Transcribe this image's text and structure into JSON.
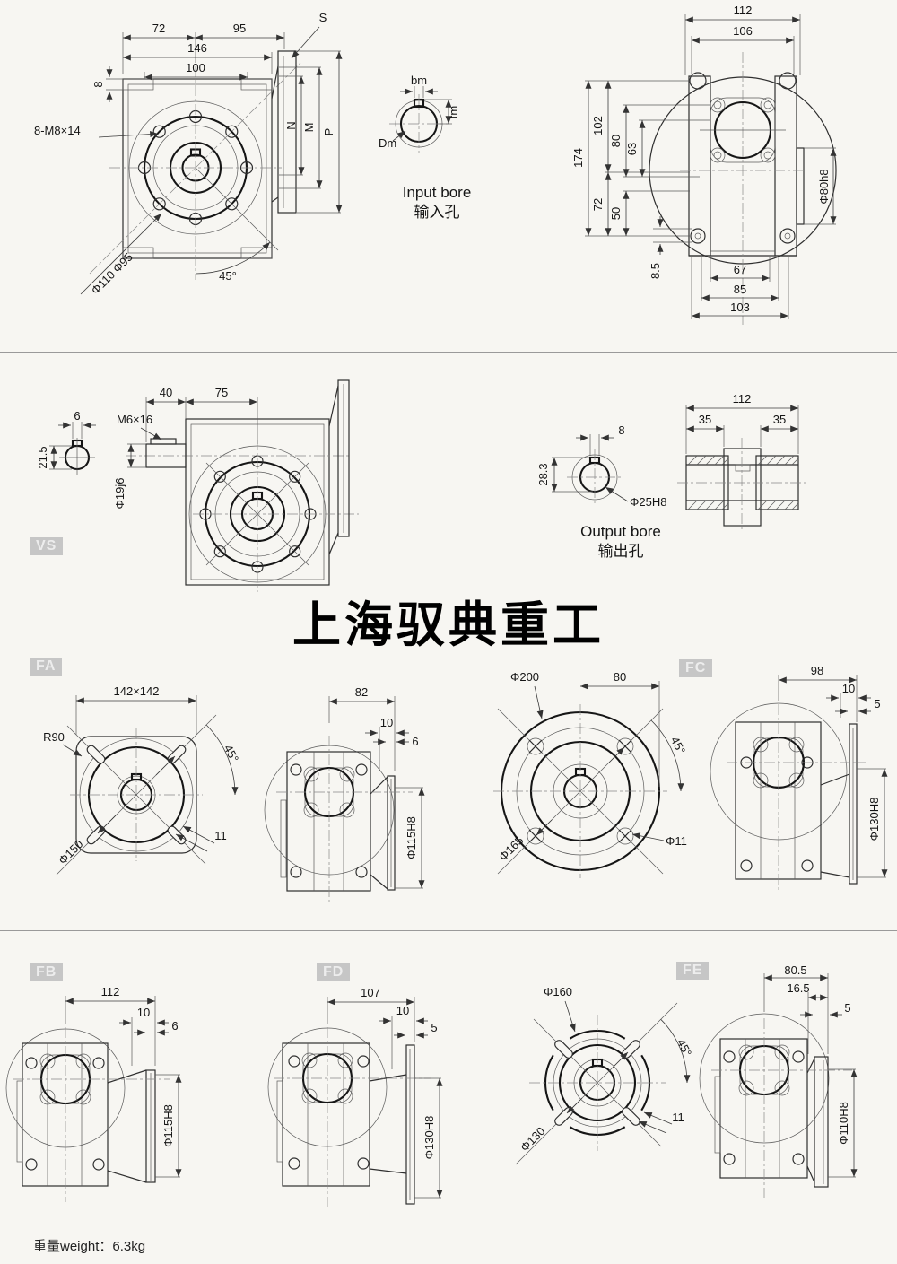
{
  "banner": {
    "text": "上海驭典重工"
  },
  "footer": {
    "weight": "重量weight：6.3kg"
  },
  "badges": {
    "vs": "VS",
    "fa": "FA",
    "fb": "FB",
    "fc": "FC",
    "fd": "FD",
    "fe": "FE"
  },
  "front_view": {
    "w72": "72",
    "w95": "95",
    "w146": "146",
    "w100": "100",
    "h8": "8",
    "bolts": "8-M8×14",
    "dia95": "Φ95",
    "dia110": "Φ110",
    "ang45": "45°",
    "s": "S",
    "n": "N",
    "m": "M",
    "p": "P"
  },
  "input_bore": {
    "bm": "bm",
    "tm": "tm",
    "dm": "Dm",
    "title_en": "Input bore",
    "title_zh": "输入孔"
  },
  "rear_view": {
    "w112": "112",
    "w106": "106",
    "h174": "174",
    "h102": "102",
    "h80": "80",
    "h63": "63",
    "h50": "50",
    "h72": "72",
    "h85": "8.5",
    "dia80": "Φ80h8",
    "w67": "67",
    "w85": "85",
    "w103": "103"
  },
  "vs_view": {
    "w40": "40",
    "w75": "75",
    "w6": "6",
    "m6": "M6×16",
    "h215": "21.5",
    "dia19": "Φ19j6"
  },
  "output_bore": {
    "w8": "8",
    "h283": "28.3",
    "dia25": "Φ25H8",
    "title_en": "Output bore",
    "title_zh": "输出孔"
  },
  "sleeve": {
    "w112": "112",
    "w35l": "35",
    "w35r": "35"
  },
  "fa_front": {
    "sq": "142×142",
    "r90": "R90",
    "dia150": "Φ150",
    "ang45": "45°",
    "w11": "11"
  },
  "fa_side": {
    "w82": "82",
    "w10": "10",
    "w6": "6",
    "dia115": "Φ115H8"
  },
  "fc_front": {
    "dia200": "Φ200",
    "w80": "80",
    "dia165": "Φ165",
    "dia11": "Φ11",
    "ang45": "45°"
  },
  "fc_side": {
    "w98": "98",
    "w10": "10",
    "w5": "5",
    "dia130": "Φ130H8"
  },
  "fb_side": {
    "w112": "112",
    "w10": "10",
    "w6": "6",
    "dia115": "Φ115H8"
  },
  "fd_side": {
    "w107": "107",
    "w10": "10",
    "w5": "5",
    "dia130": "Φ130H8"
  },
  "fe_front": {
    "dia160": "Φ160",
    "dia130": "Φ130",
    "ang45": "45°",
    "w11": "11"
  },
  "fe_side": {
    "w805": "80.5",
    "w165": "16.5",
    "w5": "5",
    "dia110": "Φ110H8"
  }
}
